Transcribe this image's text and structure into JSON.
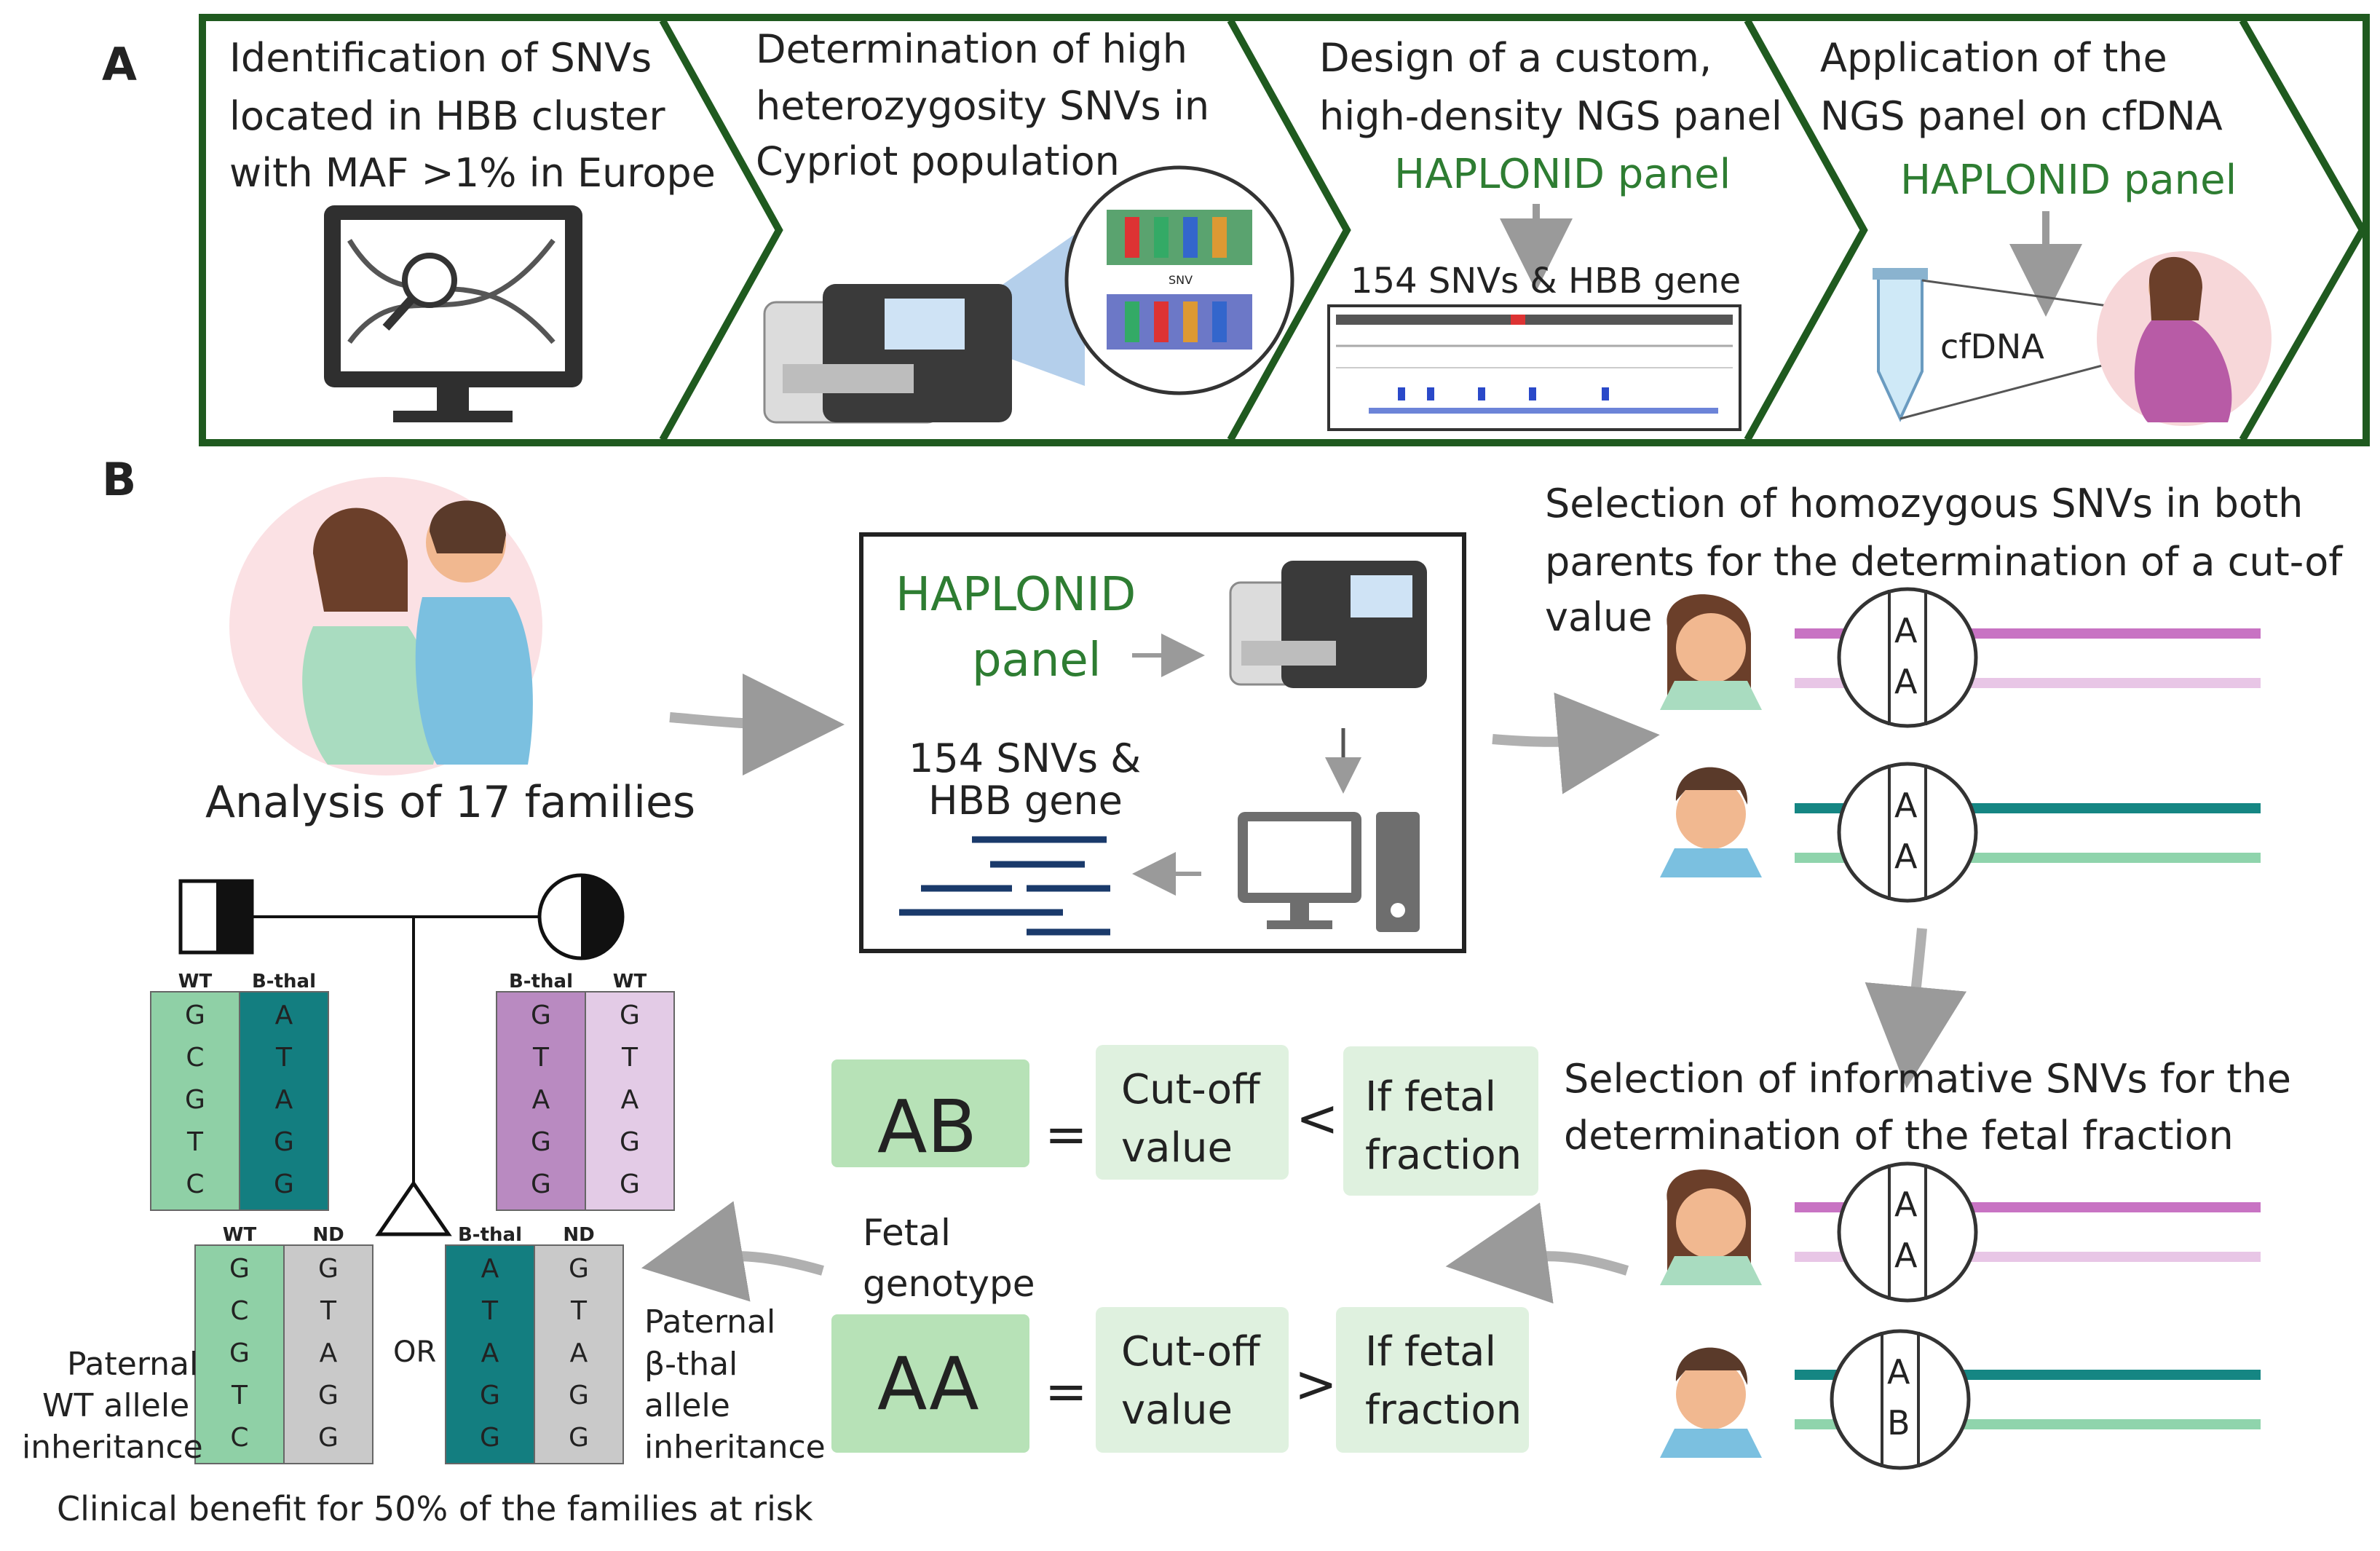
{
  "panel_a": {
    "label": "A",
    "steps": [
      {
        "lines": [
          "Identification of SNVs",
          "located in HBB cluster",
          "with MAF >1% in Europe"
        ]
      },
      {
        "lines": [
          "Determination of high",
          "heterozygosity SNVs in",
          "Cypriot population"
        ],
        "inset_label": "SNV"
      },
      {
        "lines": [
          "Design of a custom,",
          "high-density NGS panel"
        ],
        "panel_name": "HAPLONID panel",
        "sub": "154 SNVs & HBB gene"
      },
      {
        "lines": [
          "Application of the",
          "NGS panel on cfDNA"
        ],
        "panel_name": "HAPLONID panel",
        "tube_label": "cfDNA"
      }
    ]
  },
  "panel_b": {
    "label": "B",
    "families_caption": "Analysis of 17 families",
    "haplonid_box": {
      "name_line1": "HAPLONID",
      "name_line2": "panel",
      "sub_line1": "154 SNVs &",
      "sub_line2": "HBB gene"
    },
    "homozygous": {
      "lines": [
        "Selection of homozygous SNVs in both",
        "parents for the determination of a cut-of",
        "value"
      ],
      "mother_alleles": [
        "A",
        "A"
      ],
      "father_alleles": [
        "A",
        "A"
      ]
    },
    "informative": {
      "lines": [
        "Selection of informative SNVs for the",
        "determination of the fetal fraction"
      ],
      "mother_alleles": [
        "A",
        "A"
      ],
      "father_alleles": [
        "A",
        "B"
      ]
    },
    "fetal_genotype": {
      "label_line1": "Fetal",
      "label_line2": "genotype",
      "rows": [
        {
          "genotype": "AB",
          "eq": "=",
          "cutoff_line1": "Cut-off",
          "cutoff_line2": "value",
          "op": "<",
          "if_line1": "If fetal",
          "if_line2": "fraction"
        },
        {
          "genotype": "AA",
          "eq": "=",
          "cutoff_line1": "Cut-off",
          "cutoff_line2": "value",
          "op": ">",
          "if_line1": "If fetal",
          "if_line2": "fraction"
        }
      ]
    },
    "pedigree": {
      "father_columns": [
        {
          "header": "WT",
          "bases": [
            "G",
            "C",
            "G",
            "T",
            "C"
          ]
        },
        {
          "header": "B-thal",
          "bases": [
            "A",
            "T",
            "A",
            "G",
            "G"
          ]
        }
      ],
      "mother_columns": [
        {
          "header": "B-thal",
          "bases": [
            "G",
            "T",
            "A",
            "G",
            "G"
          ]
        },
        {
          "header": "WT",
          "bases": [
            "G",
            "T",
            "A",
            "G",
            "G"
          ]
        }
      ],
      "child1_columns": [
        {
          "header": "WT",
          "bases": [
            "G",
            "C",
            "G",
            "T",
            "C"
          ]
        },
        {
          "header": "ND",
          "bases": [
            "G",
            "T",
            "A",
            "G",
            "G"
          ]
        }
      ],
      "child2_columns": [
        {
          "header": "B-thal",
          "bases": [
            "A",
            "T",
            "A",
            "G",
            "G"
          ]
        },
        {
          "header": "ND",
          "bases": [
            "G",
            "T",
            "A",
            "G",
            "G"
          ]
        }
      ],
      "or_label": "OR",
      "left_caption": [
        "Paternal",
        "WT allele",
        "inheritance"
      ],
      "right_caption": [
        "Paternal",
        "β-thal",
        "allele",
        "inheritance"
      ],
      "footer": "Clinical benefit for 50% of the families at risk"
    }
  },
  "colors": {
    "border_green": "#1f5a1f",
    "title_green": "#2e7d32",
    "wt_green": "#8fd0a6",
    "bthal_teal": "#137e80",
    "bthal_purple": "#b98ac1",
    "wt_lilac": "#e3cbe6",
    "nd_gray": "#c9c9c9",
    "box_green": "#b7e2b7",
    "box_light": "#dff1df",
    "mother_line": "#c873c3",
    "mother_line_light": "#e8c6e6",
    "father_line": "#158683",
    "father_line_light": "#8fd4ac",
    "navy": "#1a3a6b"
  }
}
